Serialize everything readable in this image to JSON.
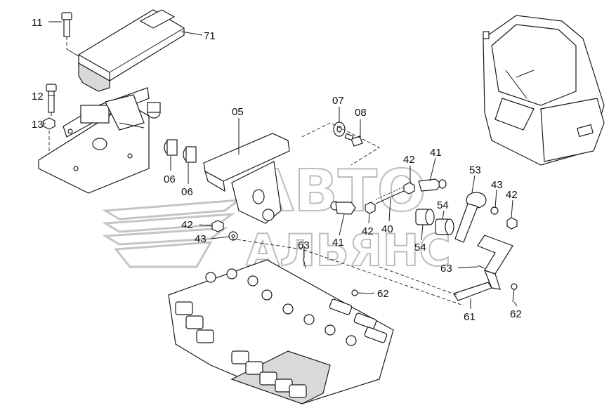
{
  "watermark": {
    "line1": "АВТО",
    "line2": "АЛЬЯНС"
  },
  "callouts": [
    {
      "id": "11",
      "text": "11"
    },
    {
      "id": "71",
      "text": "71"
    },
    {
      "id": "12",
      "text": "12"
    },
    {
      "id": "13",
      "text": "13"
    },
    {
      "id": "05",
      "text": "05"
    },
    {
      "id": "07",
      "text": "07"
    },
    {
      "id": "08",
      "text": "08"
    },
    {
      "id": "06a",
      "text": "06"
    },
    {
      "id": "06b",
      "text": "06"
    },
    {
      "id": "42a",
      "text": "42"
    },
    {
      "id": "41a",
      "text": "41"
    },
    {
      "id": "53",
      "text": "53"
    },
    {
      "id": "43a",
      "text": "43"
    },
    {
      "id": "42b",
      "text": "42"
    },
    {
      "id": "54a",
      "text": "54"
    },
    {
      "id": "42c",
      "text": "42"
    },
    {
      "id": "43b",
      "text": "43"
    },
    {
      "id": "63a",
      "text": "63"
    },
    {
      "id": "41b",
      "text": "41"
    },
    {
      "id": "42d",
      "text": "42"
    },
    {
      "id": "40",
      "text": "40"
    },
    {
      "id": "54b",
      "text": "54"
    },
    {
      "id": "63b",
      "text": "63"
    },
    {
      "id": "62a",
      "text": "62"
    },
    {
      "id": "61",
      "text": "61"
    },
    {
      "id": "62b",
      "text": "62"
    }
  ]
}
